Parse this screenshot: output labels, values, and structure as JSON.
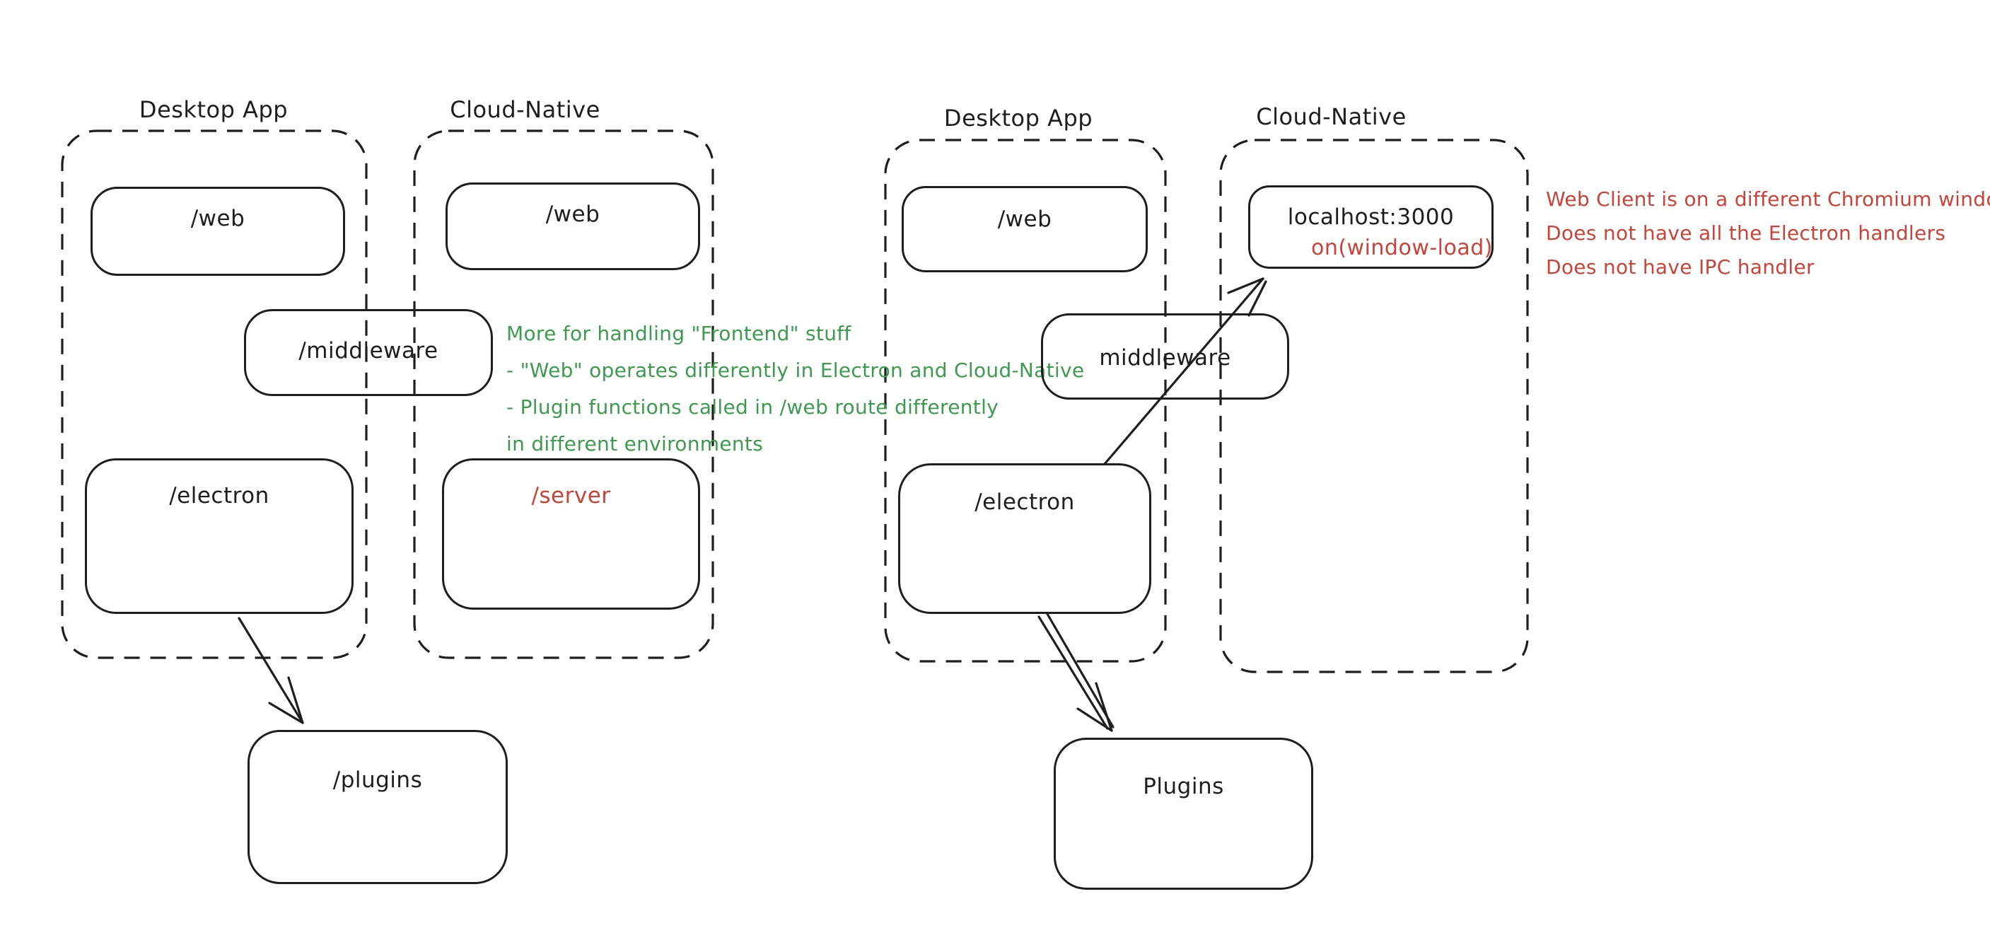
{
  "colors": {
    "stroke": "#1e1e1e",
    "green": "#3d9b4f",
    "red": "#cd4238",
    "background": "#ffffff"
  },
  "left_diagram": {
    "desktop_label": "Desktop App",
    "cloud_label": "Cloud-Native",
    "web_desktop": "/web",
    "web_cloud": "/web",
    "middleware": "/middleware",
    "electron": "/electron",
    "server": "/server",
    "plugins": "/plugins"
  },
  "right_diagram": {
    "desktop_label": "Desktop App",
    "cloud_label": "Cloud-Native",
    "web": "/web",
    "localhost": "localhost:3000",
    "window_load": "on(window-load)",
    "middleware": "middleware",
    "electron": "/electron",
    "plugins": "Plugins"
  },
  "green_note": {
    "line1": "More for handling \"Frontend\" stuff",
    "line2": "- \"Web\" operates differently in Electron and Cloud-Native",
    "line3": "- Plugin functions called in /web route differently",
    "line4": "in different environments"
  },
  "red_note": {
    "line1": "Web Client is on a different Chromium window",
    "line2": "Does not have all the Electron handlers",
    "line3": "Does not have IPC handler"
  }
}
